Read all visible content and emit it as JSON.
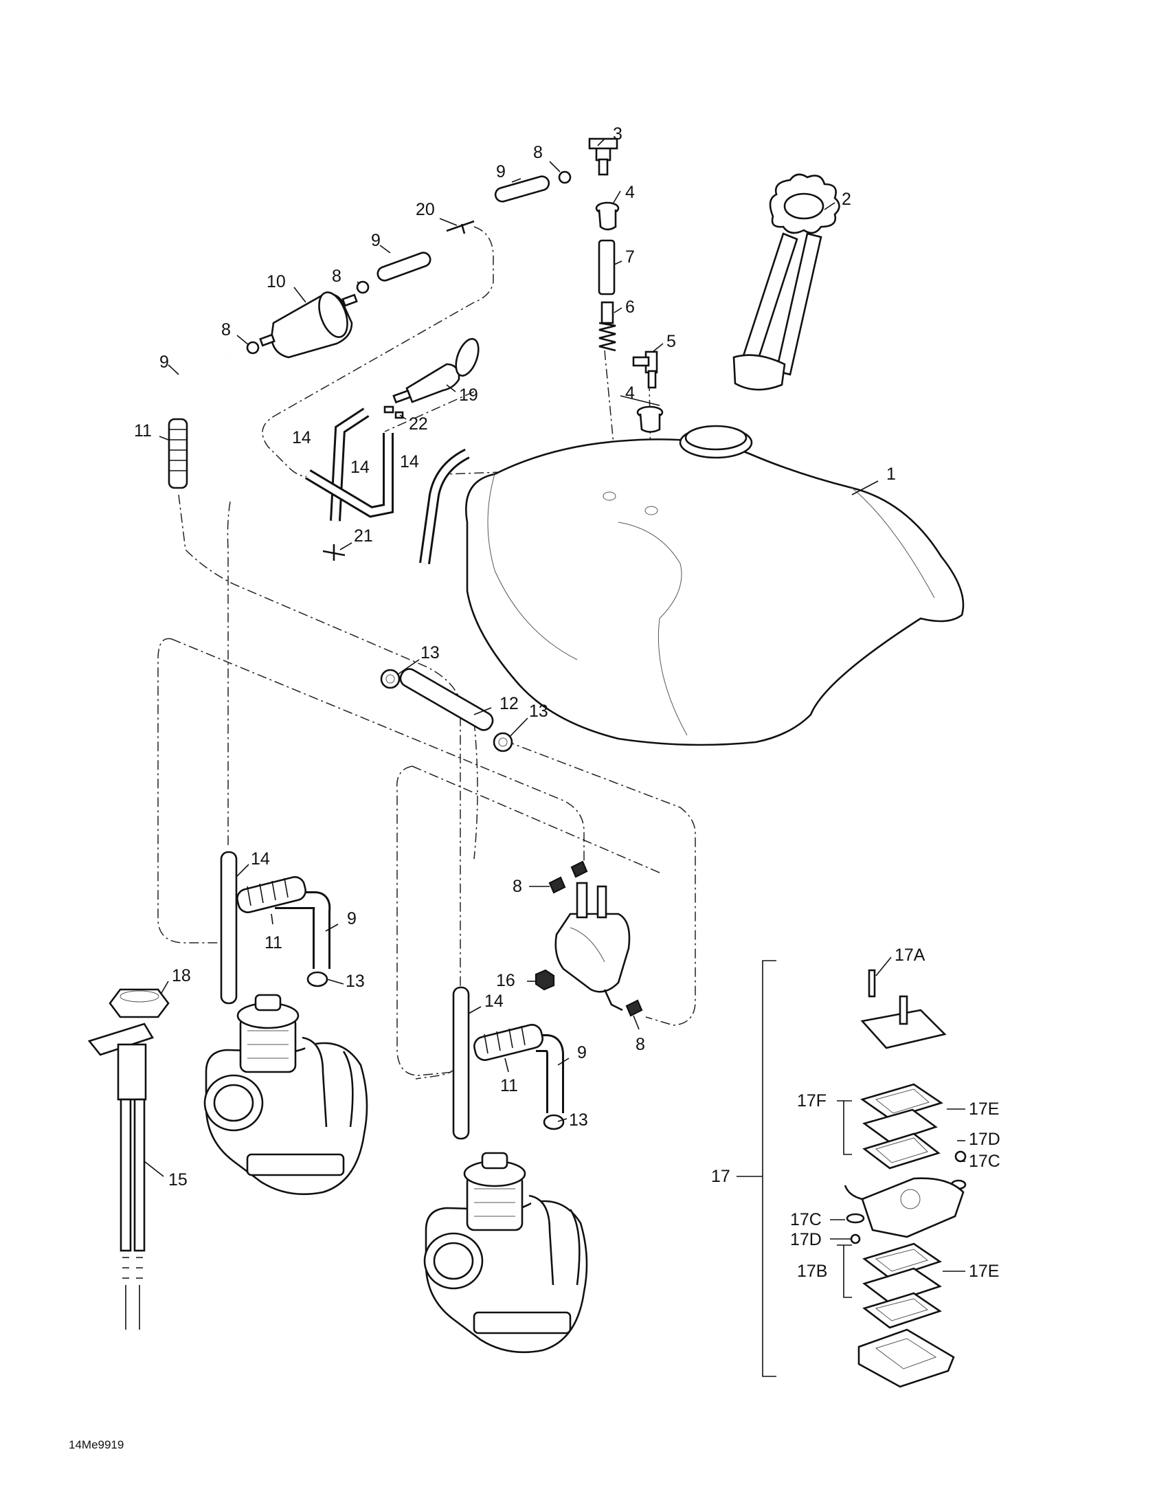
{
  "diagram_code": "14Me9919",
  "callouts": {
    "c1": "1",
    "c2": "2",
    "c3": "3",
    "c4a": "4",
    "c4b": "4",
    "c5": "5",
    "c6": "6",
    "c7": "7",
    "c8a": "8",
    "c8b": "8",
    "c8c": "8",
    "c8d": "8",
    "c8e": "8",
    "c9a": "9",
    "c9b": "9",
    "c9c": "9",
    "c9d": "9",
    "c9e": "9",
    "c10": "10",
    "c11a": "11",
    "c11b": "11",
    "c11c": "11",
    "c12": "12",
    "c13a": "13",
    "c13b": "13",
    "c13c": "13",
    "c13d": "13",
    "c14a": "14",
    "c14b": "14",
    "c14c": "14",
    "c14d": "14",
    "c14e": "14",
    "c15": "15",
    "c16": "16",
    "c17": "17",
    "c17a": "17A",
    "c17b": "17B",
    "c17c1": "17C",
    "c17c2": "17C",
    "c17d1": "17D",
    "c17d2": "17D",
    "c17e1": "17E",
    "c17e2": "17E",
    "c17f": "17F",
    "c18": "18",
    "c19": "19",
    "c20": "20",
    "c21": "21",
    "c22": "22"
  }
}
